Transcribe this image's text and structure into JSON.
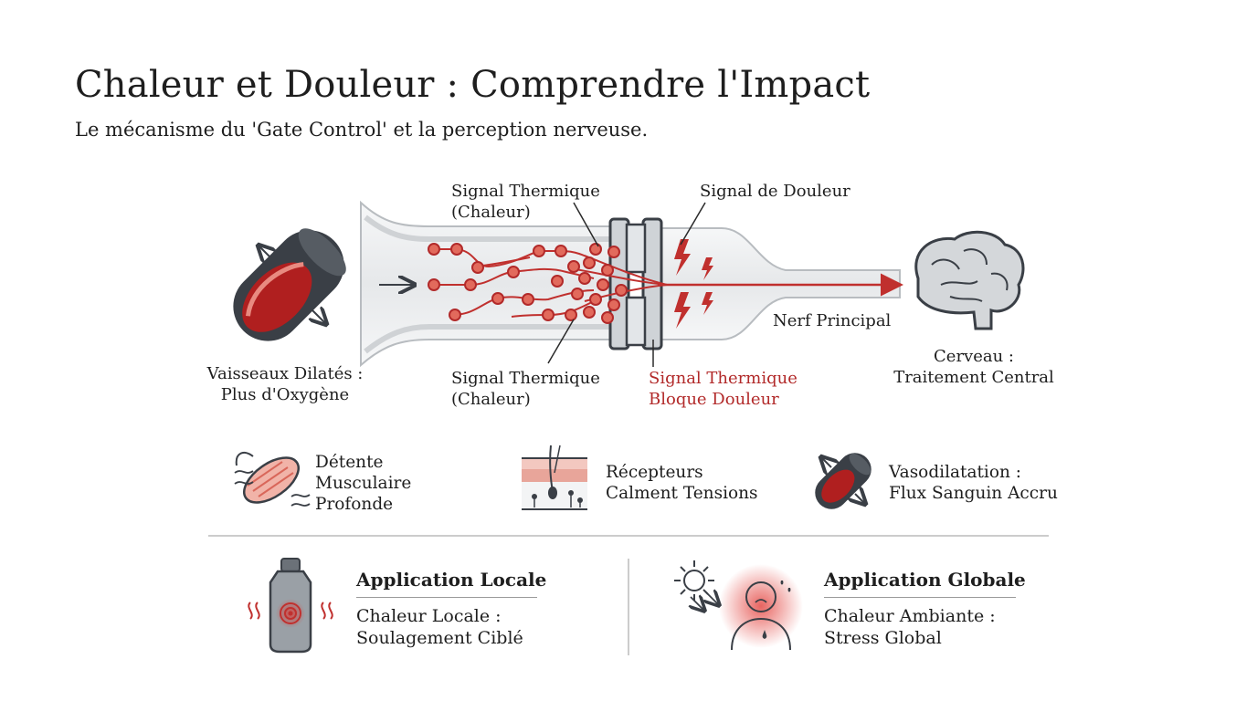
{
  "header": {
    "title": "Chaleur et Douleur : Comprendre l'Impact",
    "subtitle": "Le mécanisme du 'Gate Control' et la perception nerveuse."
  },
  "diagram": {
    "vessel_label": [
      "Vaisseaux Dilatés :",
      "Plus d'Oxygène"
    ],
    "thermal_top": [
      "Signal Thermique",
      "(Chaleur)"
    ],
    "thermal_bottom": [
      "Signal Thermique",
      "(Chaleur)"
    ],
    "pain_signal": "Signal de Douleur",
    "block_label": [
      "Signal Thermique",
      "Bloque Douleur"
    ],
    "main_nerve": "Nerf Principal",
    "brain_label": [
      "Cerveau :",
      "Traitement Central"
    ]
  },
  "features": [
    {
      "lines": [
        "Détente",
        "Musculaire",
        "Profonde"
      ],
      "icon": "muscle-icon"
    },
    {
      "lines": [
        "Récepteurs",
        "Calment Tensions"
      ],
      "icon": "skin-receptor-icon"
    },
    {
      "lines": [
        "Vasodilatation :",
        "Flux Sanguin Accru"
      ],
      "icon": "vessel-icon"
    }
  ],
  "applications": [
    {
      "title": "Application Locale",
      "lines": [
        "Chaleur Locale :",
        "Soulagement Ciblé"
      ],
      "icon": "hot-water-bottle-icon"
    },
    {
      "title": "Application Globale",
      "lines": [
        "Chaleur Ambiante :",
        "Stress Global"
      ],
      "icon": "heat-stress-person-icon"
    }
  ],
  "colors": {
    "accent": "#c0302e",
    "dark": "#3a3f46",
    "nerve_fill": "#eceef0"
  }
}
